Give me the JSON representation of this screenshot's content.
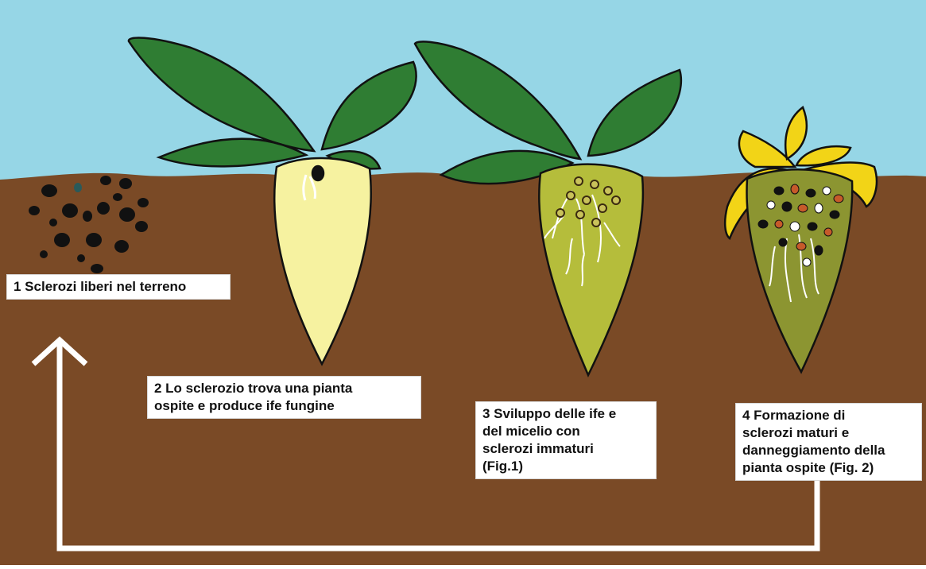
{
  "colors": {
    "sky": "#96d6e6",
    "soil": "#7a4a26",
    "leaf_green": "#2f7d33",
    "leaf_yellow": "#f2d417",
    "root_healthy": "#f6f2a0",
    "root_infected": "#b5bd3b",
    "root_damaged": "#8c9531",
    "sclerotia": "#111111",
    "hyphae": "#ffffff",
    "arrow": "#ffffff"
  },
  "icons": {
    "cycle_arrow": "upward-arrow-icon"
  },
  "captions": {
    "stage1": {
      "lines": [
        "1  Sclerozi liberi nel terreno"
      ]
    },
    "stage2": {
      "lines": [
        "2  Lo sclerozio trova  una pianta",
        "ospite e produce ife fungine"
      ]
    },
    "stage3": {
      "lines": [
        "3 Sviluppo delle ife e",
        "del micelio con",
        "sclerozi immaturi",
        "(Fig.1)"
      ]
    },
    "stage4": {
      "lines": [
        "4 Formazione di",
        "sclerozi maturi e",
        "danneggiamento della",
        "pianta ospite (Fig. 2)"
      ]
    }
  }
}
